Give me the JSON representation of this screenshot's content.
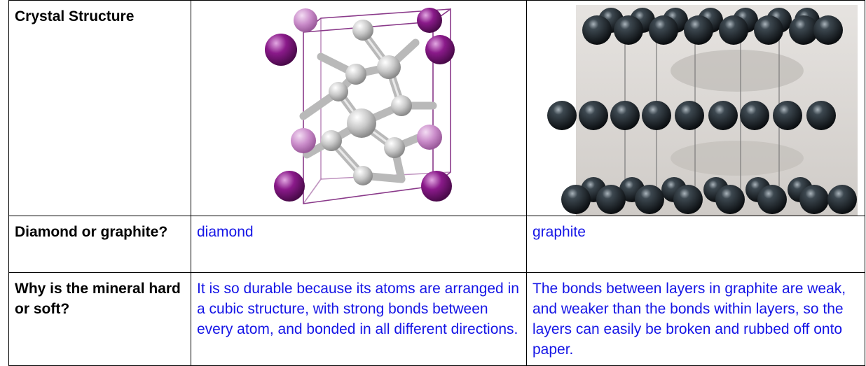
{
  "rows": [
    {
      "label": "Crystal Structure"
    },
    {
      "label": "Diamond or graphite?",
      "col1": "diamond",
      "col2": "graphite"
    },
    {
      "label": "Why is the mineral hard or soft?",
      "col1": "It is so durable because its atoms are arranged in a cubic structure, with strong bonds between every atom, and bonded in all different directions.",
      "col2": "The bonds between layers in graphite are weak, and weaker than the bonds within layers, so the layers can easily be broken and rubbed off onto paper."
    }
  ],
  "colors": {
    "answer_text": "#1515e6",
    "corner_atom": "#8a1a8a",
    "face_atom": "#c98bc9",
    "carbon_atom": "#c8c8c8",
    "graphite_atom": "#1c2329"
  }
}
